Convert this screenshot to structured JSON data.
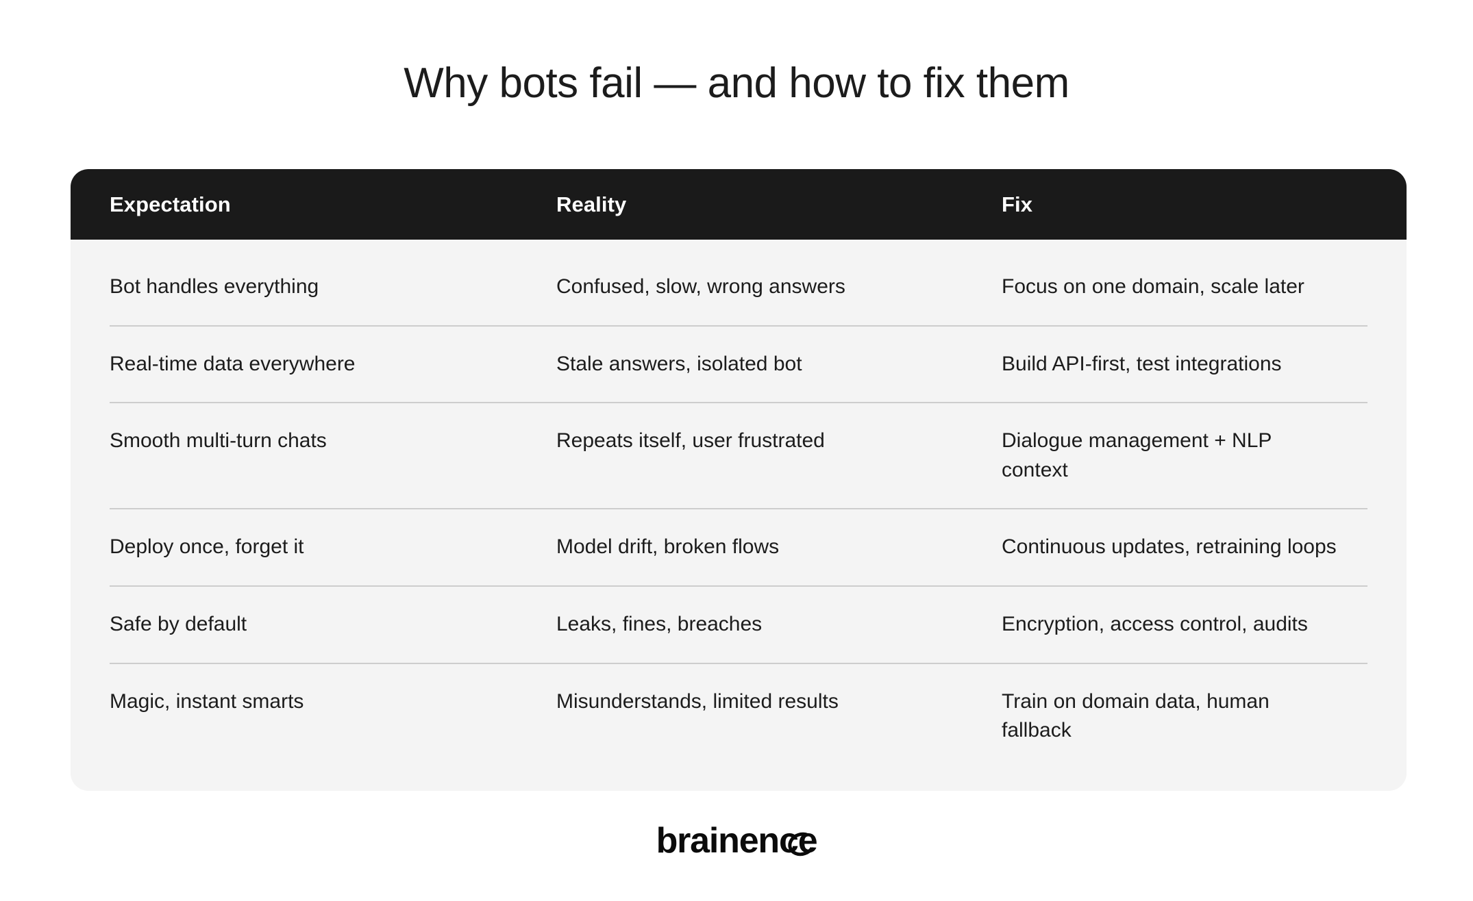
{
  "page": {
    "title": "Why bots fail — and how to fix them",
    "background_color": "#ffffff"
  },
  "colors": {
    "page_background": "#ffffff",
    "card_background": "#f4f4f4",
    "header_background": "#1a1a1a",
    "header_text": "#ffffff",
    "body_text": "#1c1c1c",
    "divider": "#cdcdcd",
    "logo": "#0b0b0b"
  },
  "table": {
    "columns": [
      "Expectation",
      "Reality",
      "Fix"
    ],
    "rows": [
      {
        "expectation": "Bot handles everything",
        "reality": "Confused, slow, wrong answers",
        "fix": "Focus on one domain, scale later"
      },
      {
        "expectation": "Real-time data everywhere",
        "reality": "Stale answers, isolated bot",
        "fix": "Build API-first, test integrations"
      },
      {
        "expectation": "Smooth multi-turn chats",
        "reality": "Repeats itself, user frustrated",
        "fix": "Dialogue management + NLP context"
      },
      {
        "expectation": "Deploy once, forget it",
        "reality": "Model drift, broken flows",
        "fix": "Continuous updates, retraining loops"
      },
      {
        "expectation": "Safe by default",
        "reality": "Leaks, fines, breaches",
        "fix": "Encryption, access control, audits"
      },
      {
        "expectation": "Magic, instant smarts",
        "reality": "Misunderstands, limited results",
        "fix": "Train on domain data, human fallback"
      }
    ]
  },
  "footer": {
    "logo_text": "brainence"
  }
}
